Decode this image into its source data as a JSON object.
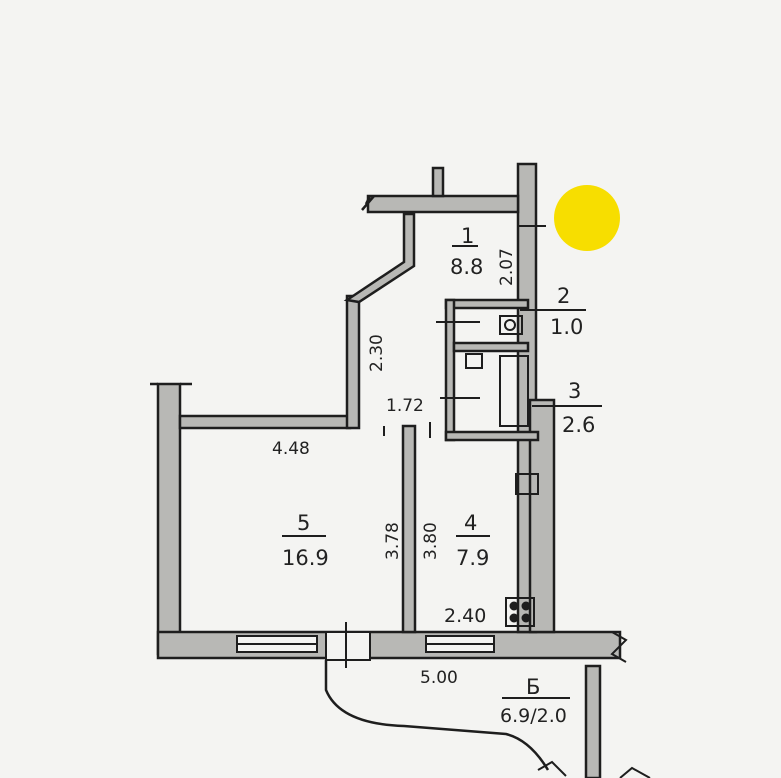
{
  "rooms": [
    {
      "number": "1",
      "area": "8.8"
    },
    {
      "number": "2",
      "area": "1.0"
    },
    {
      "number": "3",
      "area": "2.6"
    },
    {
      "number": "4",
      "area": "7.9"
    },
    {
      "number": "5",
      "area": "16.9"
    }
  ],
  "balcony": {
    "label": "Б",
    "area": "6.9/2.0"
  },
  "dimensions": {
    "hall_width": "2.07",
    "corridor_length": "2.30",
    "corridor_width": "1.72",
    "room5_width": "4.48",
    "room5_depth": "3.78",
    "kitchen_depth": "3.80",
    "kitchen_width": "2.40",
    "facade_length": "5.00"
  },
  "colors": {
    "wall_fill": "#b8b8b5",
    "wall_stroke": "#1e1e1e",
    "paper": "#f4f4f2",
    "marker": "#f7de00"
  }
}
